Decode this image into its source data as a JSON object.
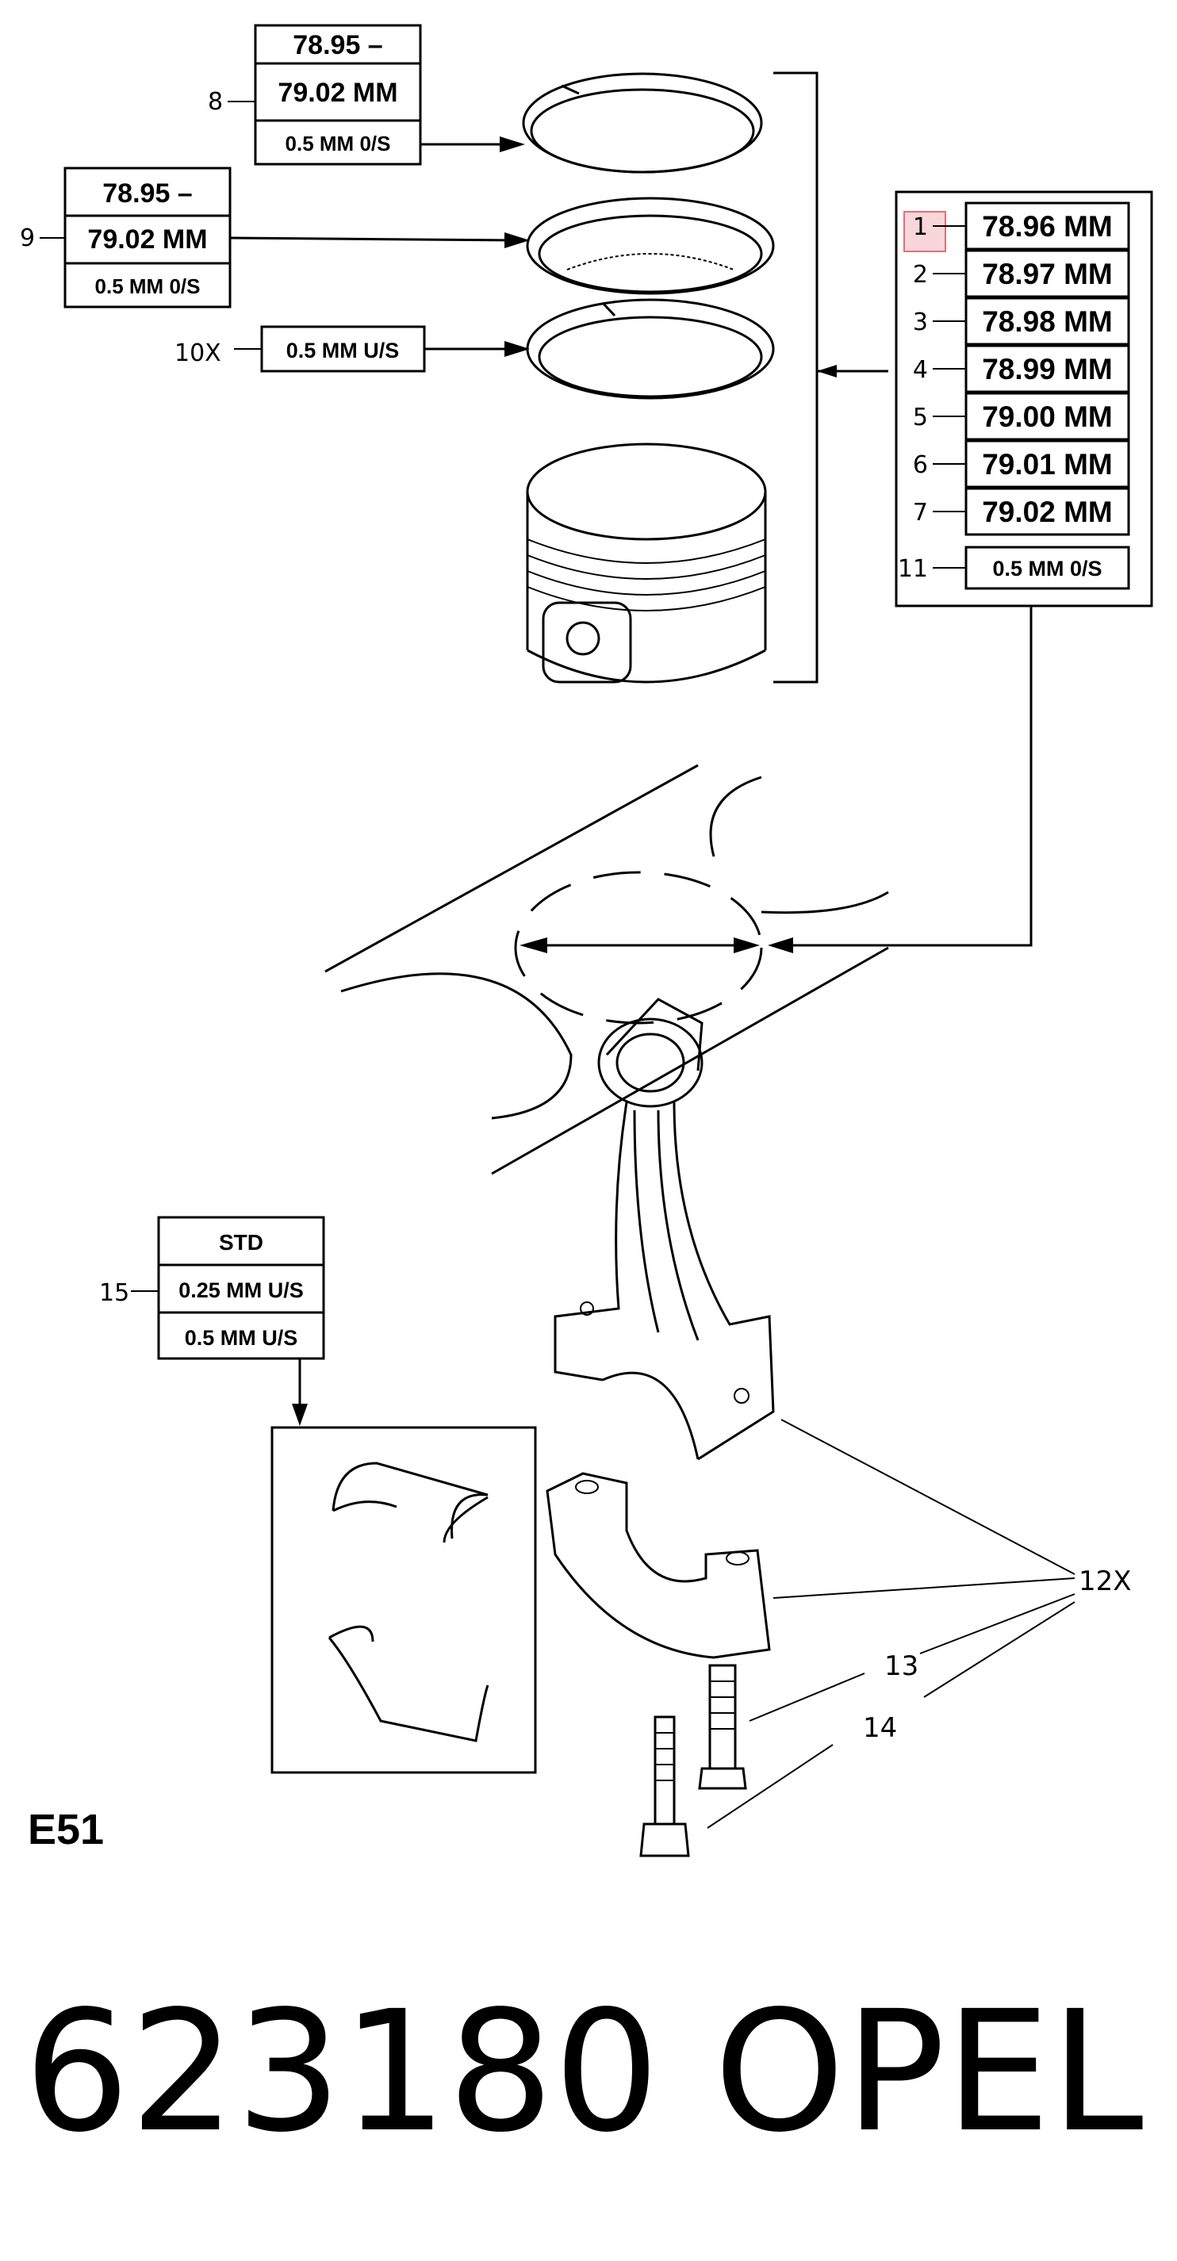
{
  "callouts": {
    "c8": {
      "number": "8",
      "line1": "78.95 –",
      "line2": "79.02 MM",
      "line3": "0.5 MM 0/S"
    },
    "c9": {
      "number": "9",
      "line1": "78.95 –",
      "line2": "79.02 MM",
      "line3": "0.5 MM 0/S"
    },
    "c10": {
      "number": "10X",
      "value": "0.5 MM U/S"
    },
    "c15": {
      "number": "15",
      "line1": "STD",
      "line2": "0.25 MM U/S",
      "line3": "0.5 MM U/S"
    }
  },
  "size_table": [
    {
      "number": "1",
      "value": "78.96 MM"
    },
    {
      "number": "2",
      "value": "78.97 MM"
    },
    {
      "number": "3",
      "value": "78.98 MM"
    },
    {
      "number": "4",
      "value": "78.99 MM"
    },
    {
      "number": "5",
      "value": "79.00 MM"
    },
    {
      "number": "6",
      "value": "79.01 MM"
    },
    {
      "number": "7",
      "value": "79.02 MM"
    },
    {
      "number": "11",
      "value": "0.5 MM 0/S"
    }
  ],
  "part_labels": {
    "p12": "12X",
    "p13": "13",
    "p14": "14"
  },
  "section_code": "E51",
  "catalog_number": "623180",
  "brand": "OPEL",
  "colors": {
    "highlight_fill": "#f9d6d9",
    "highlight_stroke": "#e0707c"
  }
}
